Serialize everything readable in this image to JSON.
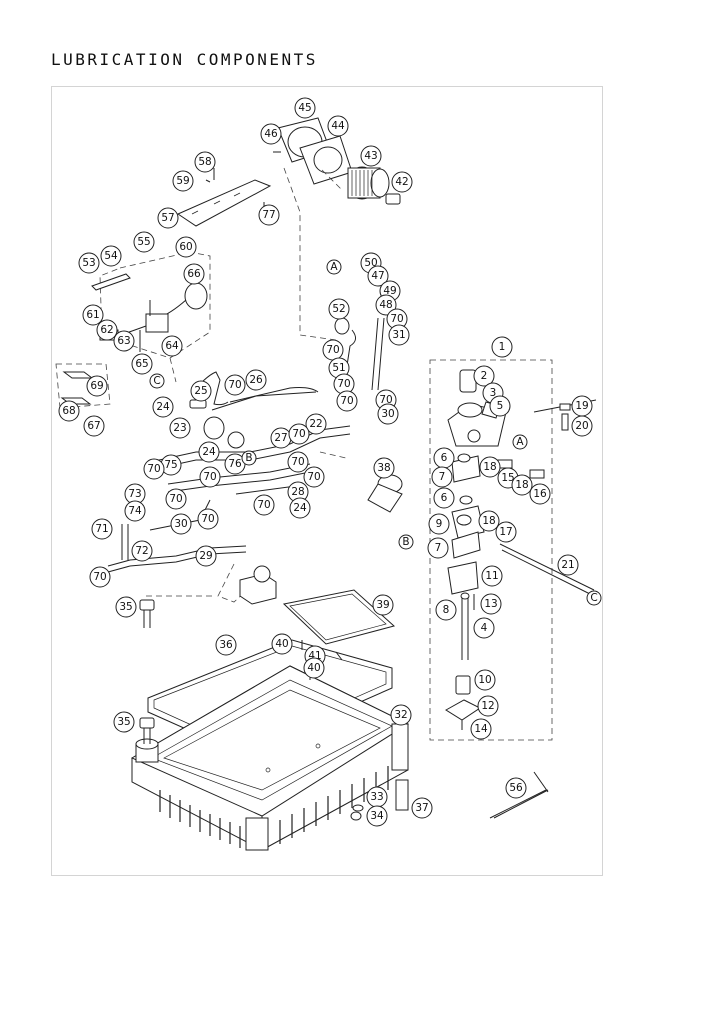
{
  "title": "LUBRICATION COMPONENTS",
  "callouts": [
    {
      "id": "c45",
      "label": "45"
    },
    {
      "id": "c46",
      "label": "46"
    },
    {
      "id": "c44",
      "label": "44"
    },
    {
      "id": "c43",
      "label": "43"
    },
    {
      "id": "c42",
      "label": "42"
    },
    {
      "id": "c58",
      "label": "58"
    },
    {
      "id": "c59",
      "label": "59"
    },
    {
      "id": "c57",
      "label": "57"
    },
    {
      "id": "c77",
      "label": "77"
    },
    {
      "id": "c55",
      "label": "55"
    },
    {
      "id": "c60",
      "label": "60"
    },
    {
      "id": "c53",
      "label": "53"
    },
    {
      "id": "c54",
      "label": "54"
    },
    {
      "id": "c66",
      "label": "66"
    },
    {
      "id": "c61",
      "label": "61"
    },
    {
      "id": "c62",
      "label": "62"
    },
    {
      "id": "c63",
      "label": "63"
    },
    {
      "id": "c64",
      "label": "64"
    },
    {
      "id": "c65",
      "label": "65"
    },
    {
      "id": "c69",
      "label": "69"
    },
    {
      "id": "c68",
      "label": "68"
    },
    {
      "id": "c67",
      "label": "67"
    },
    {
      "id": "c50",
      "label": "50"
    },
    {
      "id": "c47",
      "label": "47"
    },
    {
      "id": "c49",
      "label": "49"
    },
    {
      "id": "c48",
      "label": "48"
    },
    {
      "id": "c52",
      "label": "52"
    },
    {
      "id": "c70a",
      "label": "70"
    },
    {
      "id": "c31",
      "label": "31"
    },
    {
      "id": "c70b",
      "label": "70"
    },
    {
      "id": "c51",
      "label": "51"
    },
    {
      "id": "c70c",
      "label": "70"
    },
    {
      "id": "c70d",
      "label": "70"
    },
    {
      "id": "c70e",
      "label": "70"
    },
    {
      "id": "c30a",
      "label": "30"
    },
    {
      "id": "c25",
      "label": "25"
    },
    {
      "id": "c70f",
      "label": "70"
    },
    {
      "id": "c26",
      "label": "26"
    },
    {
      "id": "c24a",
      "label": "24"
    },
    {
      "id": "c23",
      "label": "23"
    },
    {
      "id": "c22",
      "label": "22"
    },
    {
      "id": "c27",
      "label": "27"
    },
    {
      "id": "c70g",
      "label": "70"
    },
    {
      "id": "c24b",
      "label": "24"
    },
    {
      "id": "c75",
      "label": "75"
    },
    {
      "id": "c70h",
      "label": "70"
    },
    {
      "id": "c70i",
      "label": "70"
    },
    {
      "id": "c76",
      "label": "76"
    },
    {
      "id": "c70j",
      "label": "70"
    },
    {
      "id": "c70k",
      "label": "70"
    },
    {
      "id": "c73",
      "label": "73"
    },
    {
      "id": "c70l",
      "label": "70"
    },
    {
      "id": "c74",
      "label": "74"
    },
    {
      "id": "c30b",
      "label": "30"
    },
    {
      "id": "c70m",
      "label": "70"
    },
    {
      "id": "c70n",
      "label": "70"
    },
    {
      "id": "c28",
      "label": "28"
    },
    {
      "id": "c24c",
      "label": "24"
    },
    {
      "id": "c71",
      "label": "71"
    },
    {
      "id": "c72",
      "label": "72"
    },
    {
      "id": "c29",
      "label": "29"
    },
    {
      "id": "c70o",
      "label": "70"
    },
    {
      "id": "c38",
      "label": "38"
    },
    {
      "id": "c35a",
      "label": "35"
    },
    {
      "id": "c39",
      "label": "39"
    },
    {
      "id": "c36",
      "label": "36"
    },
    {
      "id": "c40a",
      "label": "40"
    },
    {
      "id": "c41",
      "label": "41"
    },
    {
      "id": "c40b",
      "label": "40"
    },
    {
      "id": "c32",
      "label": "32"
    },
    {
      "id": "c35b",
      "label": "35"
    },
    {
      "id": "c33",
      "label": "33"
    },
    {
      "id": "c34",
      "label": "34"
    },
    {
      "id": "c37",
      "label": "37"
    },
    {
      "id": "c1",
      "label": "1"
    },
    {
      "id": "c2",
      "label": "2"
    },
    {
      "id": "c3",
      "label": "3"
    },
    {
      "id": "c5",
      "label": "5"
    },
    {
      "id": "c19",
      "label": "19"
    },
    {
      "id": "c20",
      "label": "20"
    },
    {
      "id": "c6a",
      "label": "6"
    },
    {
      "id": "c7a",
      "label": "7"
    },
    {
      "id": "c18a",
      "label": "18"
    },
    {
      "id": "c15",
      "label": "15"
    },
    {
      "id": "c18b",
      "label": "18"
    },
    {
      "id": "c16",
      "label": "16"
    },
    {
      "id": "c6b",
      "label": "6"
    },
    {
      "id": "c9",
      "label": "9"
    },
    {
      "id": "c18c",
      "label": "18"
    },
    {
      "id": "c17",
      "label": "17"
    },
    {
      "id": "c7b",
      "label": "7"
    },
    {
      "id": "c11",
      "label": "11"
    },
    {
      "id": "c21",
      "label": "21"
    },
    {
      "id": "c8",
      "label": "8"
    },
    {
      "id": "c13",
      "label": "13"
    },
    {
      "id": "c4",
      "label": "4"
    },
    {
      "id": "c10",
      "label": "10"
    },
    {
      "id": "c12",
      "label": "12"
    },
    {
      "id": "c14",
      "label": "14"
    },
    {
      "id": "c56",
      "label": "56"
    }
  ],
  "connectors": [
    {
      "id": "rA1",
      "label": "A"
    },
    {
      "id": "rA2",
      "label": "A"
    },
    {
      "id": "rB1",
      "label": "B"
    },
    {
      "id": "rB2",
      "label": "B"
    },
    {
      "id": "rC1",
      "label": "C"
    },
    {
      "id": "rC2",
      "label": "C"
    }
  ]
}
